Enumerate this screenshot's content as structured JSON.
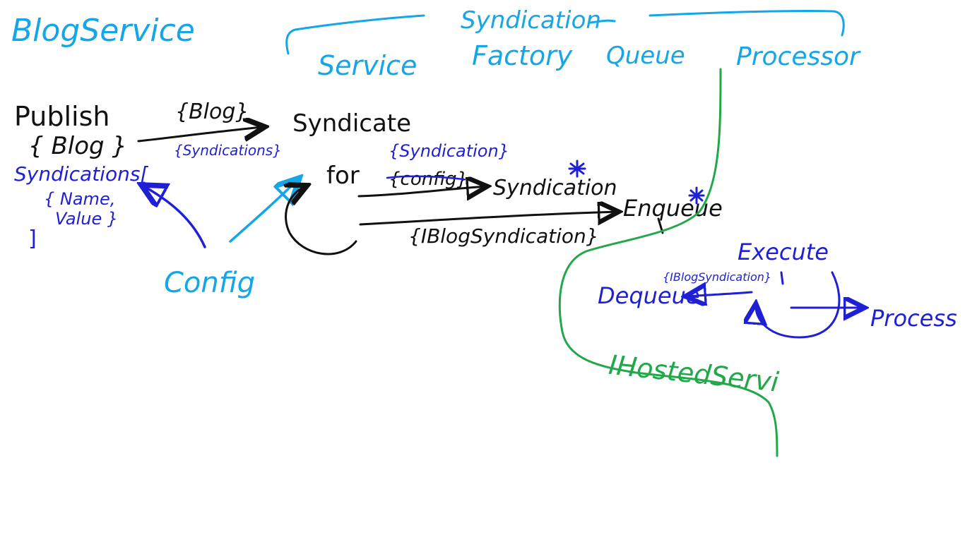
{
  "colors": {
    "black": "#111111",
    "blue": "#1f1fd6",
    "lightblue": "#14a6e6",
    "green": "#22a84a"
  },
  "labels": {
    "blog_service": "BlogService",
    "syndication": "Syndication",
    "service": "Service",
    "factory": "Factory",
    "queue": "Queue",
    "processor": "Processor",
    "publish": "Publish",
    "publish_blog": "{ Blog }",
    "syndications_open": "Syndications[",
    "name_value_1": "{ Name,",
    "name_value_2": "Value }",
    "syndications_close": "]",
    "blog_arrow_top": "{Blog}",
    "blog_arrow_bottom": "{Syndications}",
    "config": "Config",
    "syndicate": "Syndicate",
    "for": "for",
    "syndication_param": "{Syndication}",
    "config_param": "{config}",
    "syndication_target": "Syndication",
    "enqueue": "Enqueue",
    "iblogsyndication": "{IBlogSyndication}",
    "execute": "Execute",
    "dequeue_param": "{IBlogSyndication}",
    "dequeue": "Dequeue",
    "process": "Process",
    "ihostedservice": "IHostedServi"
  }
}
